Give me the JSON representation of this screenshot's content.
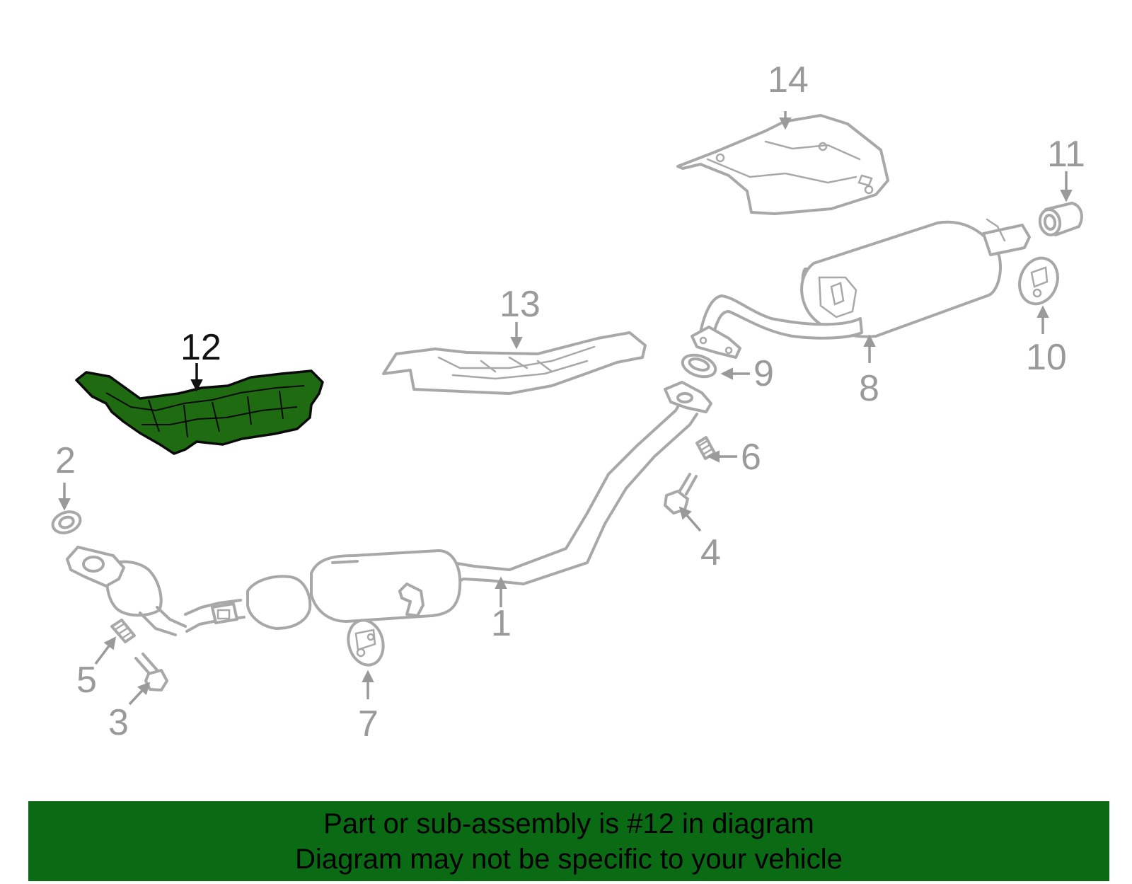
{
  "diagram": {
    "highlight_color": "#1e6b12",
    "outline_color": "#a8a8a8",
    "highlighted_part": "12",
    "callouts": [
      "1",
      "2",
      "3",
      "4",
      "5",
      "6",
      "7",
      "8",
      "9",
      "10",
      "11",
      "12",
      "13",
      "14"
    ]
  },
  "banner": {
    "background": "#0b6b14",
    "line1": "Part or sub-assembly is #12 in diagram",
    "line2": "Diagram may not be specific to your vehicle"
  }
}
